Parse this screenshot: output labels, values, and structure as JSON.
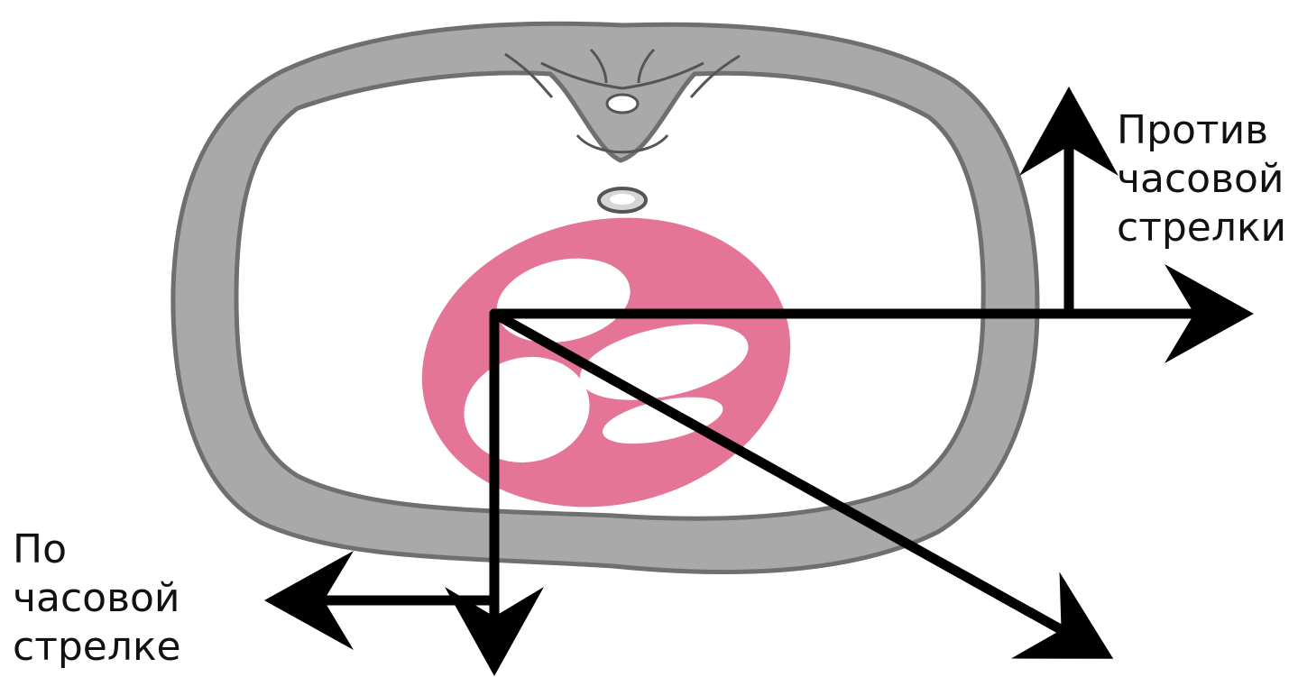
{
  "labels": {
    "counterclockwise": [
      "Против",
      "часовой",
      "стрелки"
    ],
    "clockwise": [
      "По",
      "часовой",
      "стрелке"
    ]
  },
  "colors": {
    "background": "#ffffff",
    "chest_wall": "#a9a9a9",
    "chest_wall_outline": "#6f6f6f",
    "heart": "#e47597",
    "heart_chambers": "#ffffff",
    "arrows": "#000000"
  }
}
